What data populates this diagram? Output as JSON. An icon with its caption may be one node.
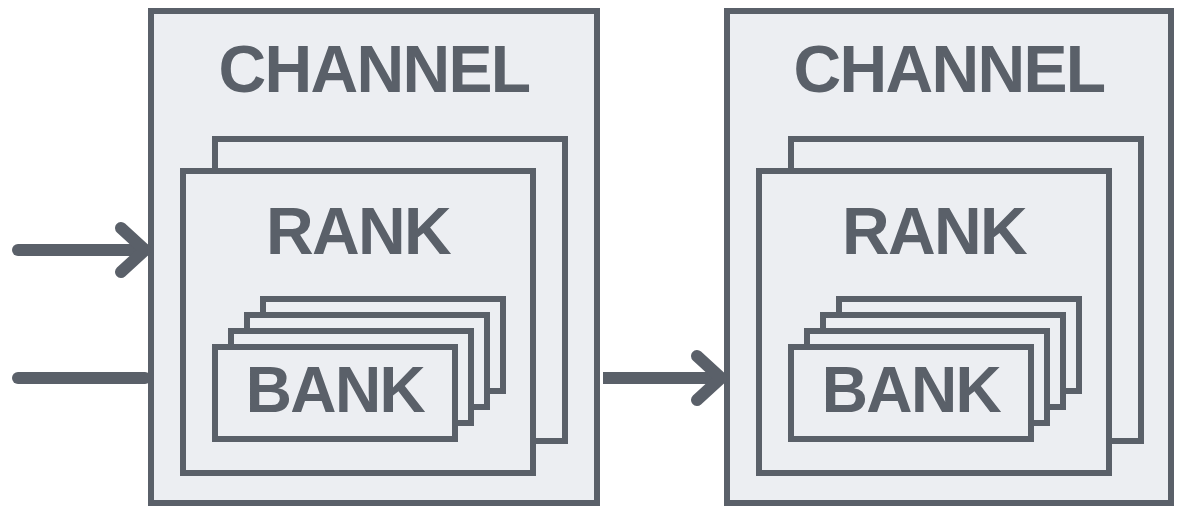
{
  "diagram": {
    "nodes": [
      {
        "text": [
          "CHANNEL"
        ]
      },
      {
        "text": [
          "RANK"
        ],
        "in": 0
      },
      {
        "text": [
          "BANK"
        ],
        "in": 1
      },
      {
        "text": [
          "CHANNEL"
        ]
      },
      {
        "text": [
          "RANK"
        ],
        "in": 3
      },
      {
        "text": [
          "BANK"
        ],
        "in": 4
      }
    ],
    "edges": [
      {
        "from": null,
        "to": 0,
        "arrow": "to"
      },
      {
        "from": null,
        "to": 0,
        "arrow": "none"
      },
      {
        "from": 0,
        "to": 3,
        "arrow": "to"
      }
    ]
  }
}
